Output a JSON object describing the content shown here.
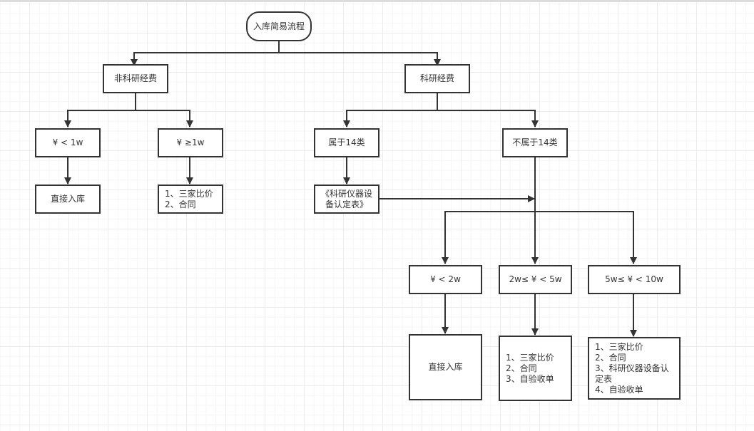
{
  "diagram": {
    "title": "入库简易流程",
    "colors": {
      "stroke": "#333333",
      "text": "#333333",
      "grid": "#ececec"
    },
    "nodes": {
      "start": "入库简易流程",
      "non_research": "非科研经费",
      "research": "科研经费",
      "lt_1w": "¥ < 1w",
      "gte_1w": "¥ ≥1w",
      "direct_in_1": "直接入库",
      "compare_contract": "1、三家比价\n2、合同",
      "in_14": "属于14类",
      "not_in_14": "不属于14类",
      "form": "《科研仪器设\n备认定表》",
      "lt_2w": "¥ < 2w",
      "range_2_5": "2w≤ ¥ < 5w",
      "range_5_10": "5w≤ ¥ < 10w",
      "direct_in_2": "直接入库",
      "steps_2_5": "1、三家比价\n2、合同\n3、自验收单",
      "steps_5_10": "1、三家比价\n2、合同\n3、科研仪器设备认\n定表\n4、自验收单"
    }
  }
}
